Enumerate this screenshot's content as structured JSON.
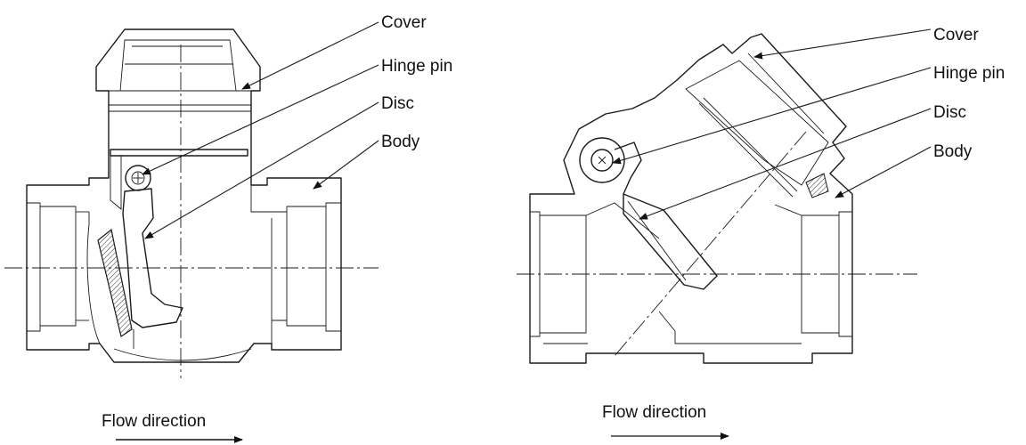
{
  "left_diagram": {
    "labels": {
      "cover": "Cover",
      "hinge_pin": "Hinge pin",
      "disc": "Disc",
      "body": "Body"
    },
    "flow_label": "Flow direction"
  },
  "right_diagram": {
    "labels": {
      "cover": "Cover",
      "hinge_pin": "Hinge pin",
      "disc": "Disc",
      "body": "Body"
    },
    "flow_label": "Flow direction"
  }
}
